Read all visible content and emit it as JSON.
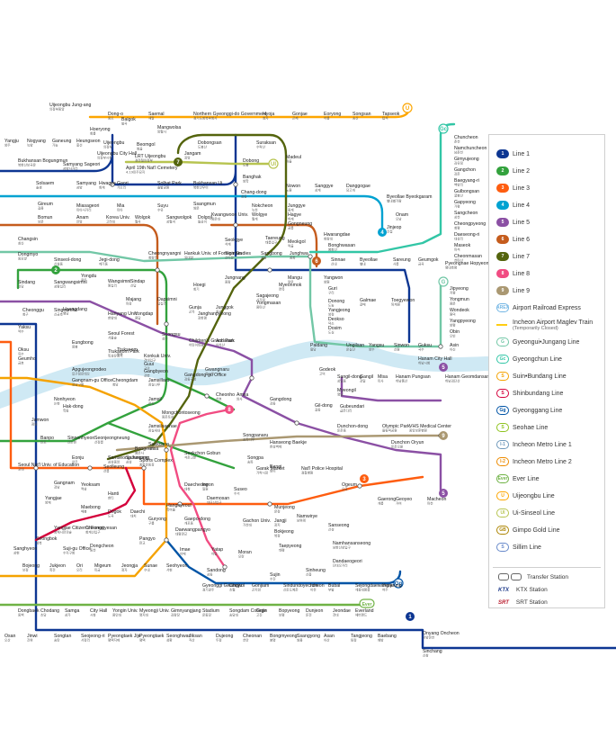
{
  "colors": {
    "line1": "#0d3692",
    "line2": "#33a23d",
    "line3": "#fe5d10",
    "line4": "#00a2d1",
    "line5": "#8b50a4",
    "line6": "#c55c1d",
    "line7": "#54640d",
    "line8": "#f14c82",
    "line9": "#aa9872",
    "arex": "#73b6e4",
    "maglev": "#ffcd12",
    "gyeongui": "#72c7a6",
    "gyeongchun": "#32c6a6",
    "suin": "#f5a200",
    "shinbundang": "#d4003b",
    "gyeonggang": "#0054a6",
    "seohae": "#8fc31f",
    "incheon1": "#6e98bb",
    "incheon2": "#ed8b00",
    "ever": "#6fb245",
    "uijeongbu": "#fda600",
    "uisinseol": "#b7c450",
    "gimpo": "#ad8605",
    "sillim": "#6789ca",
    "river": "#cfe9f4"
  },
  "legend": {
    "items": [
      {
        "badge": "1",
        "label": "Line 1",
        "color": "line1",
        "style": "solid"
      },
      {
        "badge": "2",
        "label": "Line 2",
        "color": "line2",
        "style": "solid"
      },
      {
        "badge": "3",
        "label": "Line 3",
        "color": "line3",
        "style": "solid"
      },
      {
        "badge": "4",
        "label": "Line 4",
        "color": "line4",
        "style": "solid"
      },
      {
        "badge": "5",
        "label": "Line 5",
        "color": "line5",
        "style": "solid"
      },
      {
        "badge": "6",
        "label": "Line 6",
        "color": "line6",
        "style": "solid"
      },
      {
        "badge": "7",
        "label": "Line 7",
        "color": "line7",
        "style": "solid"
      },
      {
        "badge": "8",
        "label": "Line 8",
        "color": "line8",
        "style": "solid"
      },
      {
        "badge": "9",
        "label": "Line 9",
        "color": "line9",
        "style": "solid"
      },
      {
        "badge": "AREX",
        "label": "Airport Railroad Express",
        "color": "arex",
        "style": "outline"
      },
      {
        "badge": "",
        "label": "Incheon Airport Maglev Train",
        "sub": "(Temporarily Closed)",
        "color": "maglev",
        "style": "line"
      },
      {
        "badge": "G",
        "label": "Gyeongui•Jungang Line",
        "color": "gyeongui",
        "style": "outline"
      },
      {
        "badge": "Gc",
        "label": "Gyeongchun Line",
        "color": "gyeongchun",
        "style": "outline"
      },
      {
        "badge": "S",
        "label": "Suin•Bundang Line",
        "color": "suin",
        "style": "outline"
      },
      {
        "badge": "S",
        "label": "Shinbundang Line",
        "color": "shinbundang",
        "style": "outline"
      },
      {
        "badge": "Gg",
        "label": "Gyeonggang Line",
        "color": "gyeonggang",
        "style": "outline"
      },
      {
        "badge": "S",
        "label": "Seohae Line",
        "color": "seohae",
        "style": "outline"
      },
      {
        "badge": "I-1",
        "label": "Incheon Metro Line 1",
        "color": "incheon1",
        "style": "outline"
      },
      {
        "badge": "I-2",
        "label": "Incheon Metro Line 2",
        "color": "incheon2",
        "style": "outline"
      },
      {
        "badge": "Ever",
        "label": "Ever Line",
        "color": "ever",
        "style": "outline"
      },
      {
        "badge": "U",
        "label": "Uijeongbu Line",
        "color": "uijeongbu",
        "style": "outline"
      },
      {
        "badge": "UI",
        "label": "Ui-Sinseol Line",
        "color": "uisinseol",
        "style": "outline"
      },
      {
        "badge": "GB",
        "label": "Gimpo Gold Line",
        "color": "gimpo",
        "style": "outline"
      },
      {
        "badge": "S",
        "label": "Sillim Line",
        "color": "sillim",
        "style": "outline"
      }
    ],
    "transfer": "Transfer Station",
    "ktx_mark": "KTX",
    "ktx": "KTX Station",
    "srt_mark": "SRT",
    "srt": "SRT Station"
  },
  "stations": [
    {
      "en": "Uijeongbu Jung-ang",
      "ko": "의정부중앙"
    },
    {
      "en": "Dong-o",
      "ko": "동오"
    },
    {
      "en": "Saemal",
      "ko": "새말"
    },
    {
      "en": "Northern Gyeonggi-do Government",
      "ko": "경기도청북부청사"
    },
    {
      "en": "Hyoja",
      "ko": "효자"
    },
    {
      "en": "Gonjae",
      "ko": "곤제"
    },
    {
      "en": "Eoryong",
      "ko": "어룡"
    },
    {
      "en": "Songsan",
      "ko": "송산"
    },
    {
      "en": "Tapseok",
      "ko": "탑석"
    },
    {
      "en": "Balgok",
      "ko": "발곡"
    },
    {
      "en": "Mangwolsa",
      "ko": "망월사"
    },
    {
      "en": "Hoeryong",
      "ko": "회룡"
    },
    {
      "en": "Yangju",
      "ko": "양주"
    },
    {
      "en": "Nogyang",
      "ko": "녹양"
    },
    {
      "en": "Ganeung",
      "ko": "가능"
    },
    {
      "en": "Heungseon",
      "ko": "흥선"
    },
    {
      "en": "Uijeongbu",
      "ko": "의정부"
    },
    {
      "en": "Beomgol",
      "ko": "범골"
    },
    {
      "en": "Dobongsan",
      "ko": "도봉산"
    },
    {
      "en": "Suraksan",
      "ko": "수락산"
    },
    {
      "en": "Uijeongbu City Hall",
      "ko": "의정부시청"
    },
    {
      "en": "Jangam",
      "ko": "장암"
    },
    {
      "en": "LRT Uijeongbu",
      "ko": "경전철의정부"
    },
    {
      "en": "Bukhansan Bogungmun",
      "ko": "북한산보국문"
    },
    {
      "en": "Samyang Sageori",
      "ko": "삼양사거리"
    },
    {
      "en": "April 19th Nat'l Cemetery",
      "ko": "4.19민주묘지"
    },
    {
      "en": "Dobong",
      "ko": "도봉"
    },
    {
      "en": "Madeul",
      "ko": "마들"
    },
    {
      "en": "Banghak",
      "ko": "방학"
    },
    {
      "en": "Solsaem",
      "ko": "솔샘"
    },
    {
      "en": "Samyang",
      "ko": "삼양"
    },
    {
      "en": "Hwagye",
      "ko": "화계"
    },
    {
      "en": "Gaori",
      "ko": "가오리"
    },
    {
      "en": "Solbat Park",
      "ko": "솔밭공원"
    },
    {
      "en": "Bukhansan Ui",
      "ko": "북한산우이"
    },
    {
      "en": "Chang-dong",
      "ko": "창동"
    },
    {
      "en": "Nowon",
      "ko": "노원"
    },
    {
      "en": "Sanggye",
      "ko": "상계"
    },
    {
      "en": "Danggogae",
      "ko": "당고개"
    },
    {
      "en": "Byeollae Byeokgaram",
      "ko": "별내별가람"
    },
    {
      "en": "Onam",
      "ko": "오남"
    },
    {
      "en": "Jinjeop",
      "ko": "진접"
    },
    {
      "en": "Gireum",
      "ko": "길음"
    },
    {
      "en": "Miasageori",
      "ko": "미아사거리"
    },
    {
      "en": "Mia",
      "ko": "미아"
    },
    {
      "en": "Suyu",
      "ko": "수유"
    },
    {
      "en": "Ssangmun",
      "ko": "쌍문"
    },
    {
      "en": "Nokcheon",
      "ko": "녹천"
    },
    {
      "en": "Wolgye",
      "ko": "월계"
    },
    {
      "en": "Junggye",
      "ko": "중계"
    },
    {
      "en": "Hagye",
      "ko": "하계"
    },
    {
      "en": "Gongneung",
      "ko": "공릉"
    },
    {
      "en": "Bomun",
      "ko": "보문"
    },
    {
      "en": "Anam",
      "ko": "안암"
    },
    {
      "en": "Korea Univ.",
      "ko": "고려대"
    },
    {
      "en": "Wolgok",
      "ko": "월곡"
    },
    {
      "en": "Sangwolgok",
      "ko": "상월곡"
    },
    {
      "en": "Dolgoji",
      "ko": "돌곶이"
    },
    {
      "en": "Seokgye",
      "ko": "석계"
    },
    {
      "en": "Kwangwoon Univ.",
      "ko": "광운대"
    },
    {
      "en": "Hwarangdae",
      "ko": "화랑대"
    },
    {
      "en": "Taereung",
      "ko": "태릉입구"
    },
    {
      "en": "Meokgol",
      "ko": "먹골"
    },
    {
      "en": "Bonghwasan",
      "ko": "봉화산"
    },
    {
      "en": "Changsin",
      "ko": "창신"
    },
    {
      "en": "Dongmyo",
      "ko": "동묘앞"
    },
    {
      "en": "Sinseol-dong",
      "ko": "신설동"
    },
    {
      "en": "Jegi-dong",
      "ko": "제기동"
    },
    {
      "en": "Cheongnyangni",
      "ko": "청량리"
    },
    {
      "en": "Hankuk Univ. of Foreign Studies",
      "ko": "외대앞"
    },
    {
      "en": "Sinimun",
      "ko": "신이문"
    },
    {
      "en": "Sangbong",
      "ko": "상봉"
    },
    {
      "en": "Junghwa",
      "ko": "중화"
    },
    {
      "en": "Sinnae",
      "ko": "신내"
    },
    {
      "en": "Byeollae",
      "ko": "별내"
    },
    {
      "en": "Sareung",
      "ko": "사릉"
    },
    {
      "en": "Geumgok",
      "ko": "금곡"
    },
    {
      "en": "Pyeongnae Hopyeong",
      "ko": "평내호평"
    },
    {
      "en": "Chuncheon",
      "ko": "춘천"
    },
    {
      "en": "Namchuncheon",
      "ko": "남춘천"
    },
    {
      "en": "Gimyujeong",
      "ko": "김유정"
    },
    {
      "en": "Gangchon",
      "ko": "강촌"
    },
    {
      "en": "Baegyang-ri",
      "ko": "백양리"
    },
    {
      "en": "Gulbongsan",
      "ko": "굴봉산"
    },
    {
      "en": "Gapyeong",
      "ko": "가평"
    },
    {
      "en": "Sangcheon",
      "ko": "상천"
    },
    {
      "en": "Cheongpyeong",
      "ko": "청평"
    },
    {
      "en": "Daeseong-ri",
      "ko": "대성리"
    },
    {
      "en": "Maseok",
      "ko": "마석"
    },
    {
      "en": "Cheonmasan",
      "ko": "천마산"
    },
    {
      "en": "Sindang",
      "ko": "신당"
    },
    {
      "en": "Sangwangsimni",
      "ko": "상왕십리"
    },
    {
      "en": "Yongdu",
      "ko": "용두"
    },
    {
      "en": "Wangsimni",
      "ko": "왕십리"
    },
    {
      "en": "Sindap",
      "ko": "신답"
    },
    {
      "en": "Majang",
      "ko": "마장"
    },
    {
      "en": "Dapsimni",
      "ko": "답십리"
    },
    {
      "en": "Hoegi",
      "ko": "회기"
    },
    {
      "en": "Jungnang",
      "ko": "중랑"
    },
    {
      "en": "Mangu",
      "ko": "망우"
    },
    {
      "en": "Yangwon",
      "ko": "양원"
    },
    {
      "en": "Guri",
      "ko": "구리"
    },
    {
      "en": "Galmae",
      "ko": "갈매"
    },
    {
      "en": "Toegyewon",
      "ko": "퇴계원"
    },
    {
      "en": "Janghanpyeong",
      "ko": "장한평"
    },
    {
      "en": "Myeonmok",
      "ko": "면목"
    },
    {
      "en": "Sagajeong",
      "ko": "사가정"
    },
    {
      "en": "Yongmasan",
      "ko": "용마산"
    },
    {
      "en": "Junggok",
      "ko": "중곡"
    },
    {
      "en": "Jipyeong",
      "ko": "지평"
    },
    {
      "en": "Yongmun",
      "ko": "용문"
    },
    {
      "en": "Wondeok",
      "ko": "원덕"
    },
    {
      "en": "Yangpyeong",
      "ko": "양평"
    },
    {
      "en": "Obin",
      "ko": "오빈"
    },
    {
      "en": "Haengdang",
      "ko": "행당"
    },
    {
      "en": "Cheonggu",
      "ko": "청구"
    },
    {
      "en": "Singeumho",
      "ko": "신금호"
    },
    {
      "en": "Hanyang Univ.",
      "ko": "한양대"
    },
    {
      "en": "Yongdap",
      "ko": "용답"
    },
    {
      "en": "Gunja",
      "ko": "군자"
    },
    {
      "en": "Donong",
      "ko": "도농"
    },
    {
      "en": "Yangjeong",
      "ko": "양정"
    },
    {
      "en": "Deokso",
      "ko": "덕소"
    },
    {
      "en": "Dosim",
      "ko": "도심"
    },
    {
      "en": "Paldang",
      "ko": "팔당"
    },
    {
      "en": "Ungilsan",
      "ko": "운길산"
    },
    {
      "en": "Yangsu",
      "ko": "양수"
    },
    {
      "en": "Sinwon",
      "ko": "신원"
    },
    {
      "en": "Guksu",
      "ko": "국수"
    },
    {
      "en": "Asin",
      "ko": "아신"
    },
    {
      "en": "Yaksu",
      "ko": "약수"
    },
    {
      "en": "Oksu",
      "ko": "옥수"
    },
    {
      "en": "Geumho",
      "ko": "금호"
    },
    {
      "en": "Seoul Forest",
      "ko": "서울숲"
    },
    {
      "en": "Ttukseom",
      "ko": "뚝섬"
    },
    {
      "en": "Seongsu",
      "ko": "성수"
    },
    {
      "en": "Children's Grand Park",
      "ko": "어린이대공원"
    },
    {
      "en": "Achasan",
      "ko": "아차산"
    },
    {
      "en": "Eungbong",
      "ko": "응봉"
    },
    {
      "en": "Ttukseom Park",
      "ko": "뚝섬유원지"
    },
    {
      "en": "Konkuk Univ.",
      "ko": "건대입구"
    },
    {
      "en": "Guui",
      "ko": "구의"
    },
    {
      "en": "Gangbyeon",
      "ko": "강변"
    },
    {
      "en": "Gwangnaru",
      "ko": "광나루"
    },
    {
      "en": "Apgujeongrodeo",
      "ko": "압구정로데오"
    },
    {
      "en": "Gangnam-gu Office",
      "ko": "강남구청"
    },
    {
      "en": "Cheongdam",
      "ko": "청담"
    },
    {
      "en": "Jamsillaru",
      "ko": "잠실나루"
    },
    {
      "en": "Gangdong-gu Office",
      "ko": "강동구청"
    },
    {
      "en": "Cheonho",
      "ko": "천호"
    },
    {
      "en": "Amsa",
      "ko": "암사"
    },
    {
      "en": "Gangdong",
      "ko": "강동"
    },
    {
      "en": "Godeok",
      "ko": "고덕"
    },
    {
      "en": "Sangil-dong",
      "ko": "상일동"
    },
    {
      "en": "Gangil",
      "ko": "강일"
    },
    {
      "en": "Misa",
      "ko": "미사"
    },
    {
      "en": "Hanam Pungsan",
      "ko": "하남풍산"
    },
    {
      "en": "Hanam City Hall",
      "ko": "하남시청"
    },
    {
      "en": "Hanam Geomdansan",
      "ko": "하남검단산"
    },
    {
      "en": "Myeongil",
      "ko": "명일"
    },
    {
      "en": "Gubeundari",
      "ko": "굽은다리"
    },
    {
      "en": "Gil-dong",
      "ko": "길동"
    },
    {
      "en": "Dunchon-dong",
      "ko": "둔촌동"
    },
    {
      "en": "Nonhyeon",
      "ko": "논현"
    },
    {
      "en": "Hak-dong",
      "ko": "학동"
    },
    {
      "en": "Jamsil",
      "ko": "잠실"
    },
    {
      "en": "Mongchontoseong",
      "ko": "몽촌토성"
    },
    {
      "en": "Jamwon",
      "ko": "잠원"
    },
    {
      "en": "Banpo",
      "ko": "반포"
    },
    {
      "en": "Sinnonhyeon",
      "ko": "신논현"
    },
    {
      "en": "Seonjeongneung",
      "ko": "선정릉"
    },
    {
      "en": "Jamsilsaenae",
      "ko": "잠실새내"
    },
    {
      "en": "Songpanaru",
      "ko": "송파나루"
    },
    {
      "en": "Hanseong Baekje",
      "ko": "한성백제"
    },
    {
      "en": "Olympic Park",
      "ko": "올림픽공원"
    },
    {
      "en": "VHS Medical Center",
      "ko": "중앙보훈병원"
    },
    {
      "en": "Dunchon Oryun",
      "ko": "둔촌오륜"
    },
    {
      "en": "Seoul Nat'l Univ. of Education",
      "ko": "교대"
    },
    {
      "en": "Eonju",
      "ko": "언주"
    },
    {
      "en": "Samseong Jungang",
      "ko": "삼성중앙"
    },
    {
      "en": "Bongeunsa",
      "ko": "봉은사"
    },
    {
      "en": "Sports Complex",
      "ko": "종합운동장"
    },
    {
      "en": "Seokchon",
      "ko": "석촌"
    },
    {
      "en": "Seokchon Gobun",
      "ko": "석촌고분"
    },
    {
      "en": "Songpa",
      "ko": "송파"
    },
    {
      "en": "Bangi",
      "ko": "방이"
    },
    {
      "en": "Gangnam",
      "ko": "강남"
    },
    {
      "en": "Yeoksam",
      "ko": "역삼"
    },
    {
      "en": "Seolleung",
      "ko": "선릉"
    },
    {
      "en": "Samseong",
      "ko": "삼성"
    },
    {
      "en": "Garak Market",
      "ko": "가락시장"
    },
    {
      "en": "Nat'l Police Hospital",
      "ko": "경찰병원"
    },
    {
      "en": "Ogeum",
      "ko": "오금"
    },
    {
      "en": "Geoyeo",
      "ko": "거여"
    },
    {
      "en": "Macheon",
      "ko": "마천"
    },
    {
      "en": "Gaerong",
      "ko": "개롱"
    },
    {
      "en": "Yangjae",
      "ko": "양재"
    },
    {
      "en": "Maebong",
      "ko": "매봉"
    },
    {
      "en": "Dogok",
      "ko": "도곡"
    },
    {
      "en": "Hanti",
      "ko": "한티"
    },
    {
      "en": "Daechi",
      "ko": "대치"
    },
    {
      "en": "Hangnyeoul",
      "ko": "학여울"
    },
    {
      "en": "Daecheong",
      "ko": "대청"
    },
    {
      "en": "Irwon",
      "ko": "일원"
    },
    {
      "en": "Daemosan",
      "ko": "대모산입구"
    },
    {
      "en": "Suseo",
      "ko": "수서"
    },
    {
      "en": "Munjeong",
      "ko": "문정"
    },
    {
      "en": "Jangji",
      "ko": "장지"
    },
    {
      "en": "Bokjeong",
      "ko": "복정"
    },
    {
      "en": "Namwirye",
      "ko": "남위례"
    },
    {
      "en": "Sanseong",
      "ko": "산성"
    },
    {
      "en": "Namhansanseong",
      "ko": "남한산성입구"
    },
    {
      "en": "Dandaeogeori",
      "ko": "단대오거리"
    },
    {
      "en": "Sinheung",
      "ko": "신흥"
    },
    {
      "en": "Sujin",
      "ko": "수진"
    },
    {
      "en": "Moran",
      "ko": "모란"
    },
    {
      "en": "Taepyeong",
      "ko": "태평"
    },
    {
      "en": "Gachon Univ.",
      "ko": "가천대"
    },
    {
      "en": "Yangjae Citizen's Forest",
      "ko": "양재시민의숲"
    },
    {
      "en": "Cheonggyesan",
      "ko": "청계산입구"
    },
    {
      "en": "Pangyo",
      "ko": "판교"
    },
    {
      "en": "Guryong",
      "ko": "구룡"
    },
    {
      "en": "Gaepo-dong",
      "ko": "개포동"
    },
    {
      "en": "Daewangpangyo",
      "ko": "대왕판교"
    },
    {
      "en": "Imae",
      "ko": "이매"
    },
    {
      "en": "Yatap",
      "ko": "야탑"
    },
    {
      "en": "Seohyeon",
      "ko": "서현"
    },
    {
      "en": "Sunae",
      "ko": "수내"
    },
    {
      "en": "Jeongja",
      "ko": "정자"
    },
    {
      "en": "Migeum",
      "ko": "미금"
    },
    {
      "en": "Ori",
      "ko": "오리"
    },
    {
      "en": "Jukjeon",
      "ko": "죽전"
    },
    {
      "en": "Bojeong",
      "ko": "보정"
    },
    {
      "en": "Dongcheon",
      "ko": "동천"
    },
    {
      "en": "Suji-gu Office",
      "ko": "수지구청"
    },
    {
      "en": "Seongbok",
      "ko": "성복"
    },
    {
      "en": "Sanghyeon",
      "ko": "상현"
    },
    {
      "en": "Sandong",
      "ko": "삼동"
    },
    {
      "en": "Gyeonggi Gwangju",
      "ko": "경기광주"
    },
    {
      "en": "Chowol",
      "ko": "초월"
    },
    {
      "en": "Gonjiam",
      "ko": "곤지암"
    },
    {
      "en": "Sindundoyechon",
      "ko": "신둔도예촌"
    },
    {
      "en": "Icheon",
      "ko": "이천"
    },
    {
      "en": "Bubal",
      "ko": "부발"
    },
    {
      "en": "Sejongdaewangneung",
      "ko": "세종대왕릉"
    },
    {
      "en": "Yeoju",
      "ko": "여주"
    },
    {
      "en": "Dongbaek",
      "ko": "동백"
    },
    {
      "en": "Chodang",
      "ko": "초당"
    },
    {
      "en": "Samga",
      "ko": "삼가"
    },
    {
      "en": "City Hall",
      "ko": "시청"
    },
    {
      "en": "Yongin Univ.",
      "ko": "용인대"
    },
    {
      "en": "Myeongji Univ.",
      "ko": "명지대"
    },
    {
      "en": "Gimnyangjang",
      "ko": "김량장"
    },
    {
      "en": "Stadium",
      "ko": "운동장"
    },
    {
      "en": "Songdam College",
      "ko": "송담대"
    },
    {
      "en": "Gojin",
      "ko": "고진"
    },
    {
      "en": "Bopyeong",
      "ko": "보평"
    },
    {
      "en": "Dunjeon",
      "ko": "둔전"
    },
    {
      "en": "Jeondae",
      "ko": "전대"
    },
    {
      "en": "Everland",
      "ko": "에버랜드"
    },
    {
      "en": "Osan",
      "ko": "오산"
    },
    {
      "en": "Jinwi",
      "ko": "진위"
    },
    {
      "en": "Songtan",
      "ko": "송탄"
    },
    {
      "en": "Seojeong-ri",
      "ko": "서정리"
    },
    {
      "en": "Pyeongtaek Jije",
      "ko": "평택지제"
    },
    {
      "en": "Pyeongtaek",
      "ko": "평택"
    },
    {
      "en": "Seonghwan",
      "ko": "성환"
    },
    {
      "en": "Jiksan",
      "ko": "직산"
    },
    {
      "en": "Dujeong",
      "ko": "두정"
    },
    {
      "en": "Cheonan",
      "ko": "천안"
    },
    {
      "en": "Bongmyeong",
      "ko": "봉명"
    },
    {
      "en": "Ssangyong",
      "ko": "쌍용"
    },
    {
      "en": "Asan",
      "ko": "아산"
    },
    {
      "en": "Tangjeong",
      "ko": "탕정"
    },
    {
      "en": "Baebang",
      "ko": "배방"
    },
    {
      "en": "Onyang Oncheon",
      "ko": "온양온천"
    },
    {
      "en": "Sinchang",
      "ko": "신창"
    }
  ]
}
